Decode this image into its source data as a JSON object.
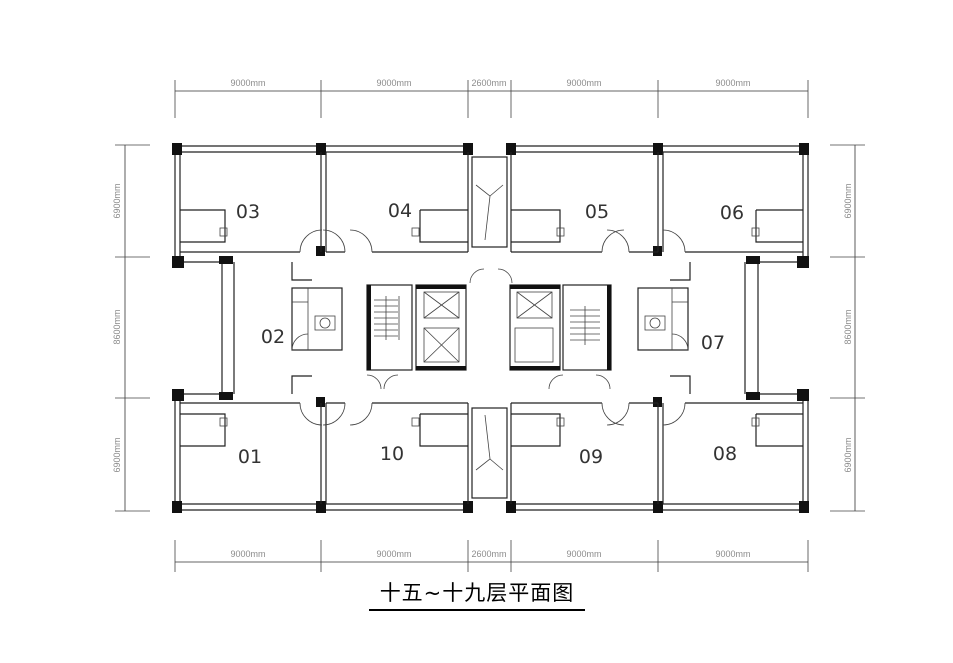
{
  "title": "十五~十九层平面图",
  "dimensions": {
    "top": [
      "9000mm",
      "9000mm",
      "2600mm",
      "9000mm",
      "9000mm"
    ],
    "bottom": [
      "9000mm",
      "9000mm",
      "2600mm",
      "9000mm",
      "9000mm"
    ],
    "left": [
      "6900mm",
      "8600mm",
      "6900mm"
    ],
    "right": [
      "6900mm",
      "8600mm",
      "6900mm"
    ]
  },
  "rooms": [
    "03",
    "04",
    "05",
    "06",
    "02",
    "07",
    "01",
    "10",
    "09",
    "08"
  ]
}
